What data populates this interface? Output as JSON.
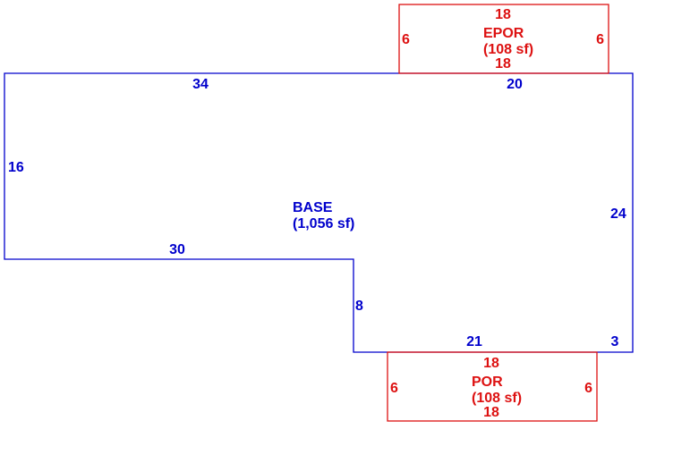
{
  "colors": {
    "base": "#0000cc",
    "porch": "#dd1111",
    "background": "#ffffff"
  },
  "base": {
    "name": "BASE",
    "area": "(1,056 sf)",
    "dims": {
      "top_left": "34",
      "top_right": "20",
      "left": "16",
      "right": "24",
      "step_top": "30",
      "step_side": "8",
      "bottom": "21",
      "bottom_right": "3"
    }
  },
  "epor": {
    "name": "EPOR",
    "area": "(108 sf)",
    "dims": {
      "top": "18",
      "bottom": "18",
      "left": "6",
      "right": "6"
    }
  },
  "por": {
    "name": "POR",
    "area": "(108 sf)",
    "dims": {
      "top": "18",
      "bottom": "18",
      "left": "6",
      "right": "6"
    }
  }
}
